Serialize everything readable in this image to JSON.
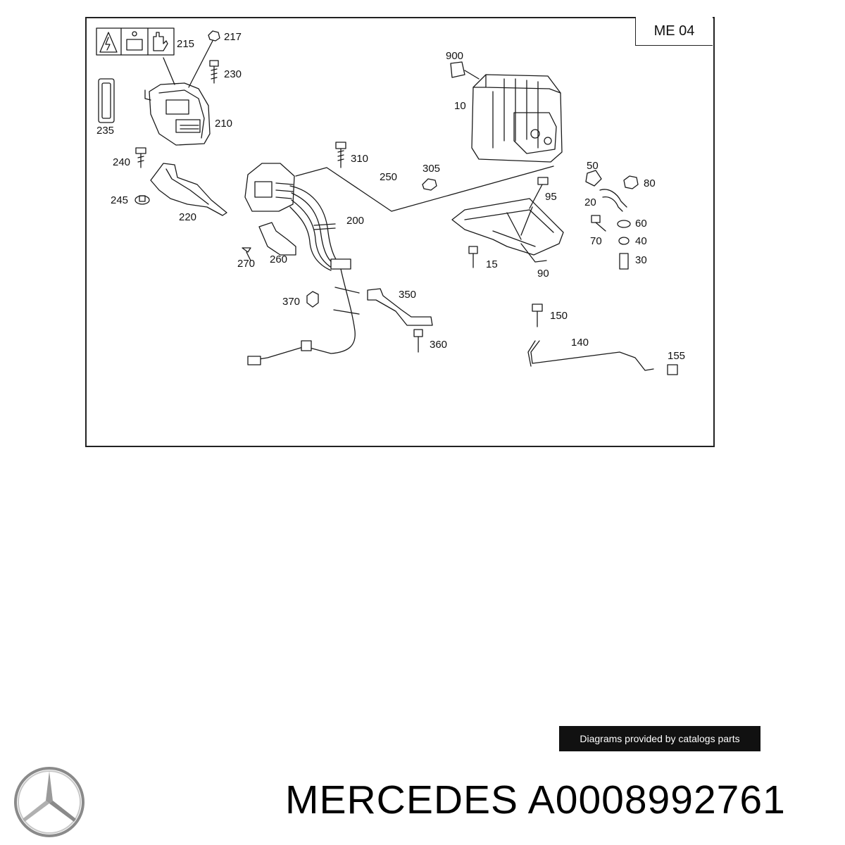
{
  "diagram": {
    "section_code": "ME 04",
    "callouts": [
      {
        "id": "c215",
        "text": "215"
      },
      {
        "id": "c217",
        "text": "217"
      },
      {
        "id": "c230",
        "text": "230"
      },
      {
        "id": "c235",
        "text": "235"
      },
      {
        "id": "c210",
        "text": "210"
      },
      {
        "id": "c240",
        "text": "240"
      },
      {
        "id": "c245",
        "text": "245"
      },
      {
        "id": "c220",
        "text": "220"
      },
      {
        "id": "c310",
        "text": "310"
      },
      {
        "id": "c250",
        "text": "250"
      },
      {
        "id": "c305",
        "text": "305"
      },
      {
        "id": "c900",
        "text": "900"
      },
      {
        "id": "c10",
        "text": "10"
      },
      {
        "id": "c50",
        "text": "50"
      },
      {
        "id": "c80",
        "text": "80"
      },
      {
        "id": "c95",
        "text": "95"
      },
      {
        "id": "c20",
        "text": "20"
      },
      {
        "id": "c60",
        "text": "60"
      },
      {
        "id": "c70",
        "text": "70"
      },
      {
        "id": "c40",
        "text": "40"
      },
      {
        "id": "c30",
        "text": "30"
      },
      {
        "id": "c200",
        "text": "200"
      },
      {
        "id": "c270",
        "text": "270"
      },
      {
        "id": "c260",
        "text": "260"
      },
      {
        "id": "c15",
        "text": "15"
      },
      {
        "id": "c90",
        "text": "90"
      },
      {
        "id": "c350",
        "text": "350"
      },
      {
        "id": "c370",
        "text": "370"
      },
      {
        "id": "c150",
        "text": "150"
      },
      {
        "id": "c140",
        "text": "140"
      },
      {
        "id": "c360",
        "text": "360"
      },
      {
        "id": "c155",
        "text": "155"
      }
    ]
  },
  "credit": "Diagrams provided by catalogs parts",
  "brand": {
    "title": "MERCEDES A0008992761",
    "logo_icon": "mercedes-star-icon"
  }
}
